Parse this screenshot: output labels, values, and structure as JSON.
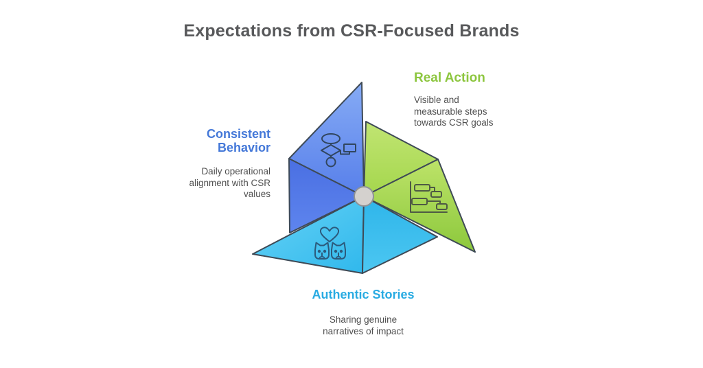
{
  "title": "Expectations from CSR-Focused Brands",
  "sections": {
    "consistent_behavior": {
      "heading": "Consistent\nBehavior",
      "body": "Daily operational\nalignment with CSR\nvalues",
      "icon": "flowchart-icon"
    },
    "real_action": {
      "heading": "Real Action",
      "body": "Visible and\nmeasurable steps\ntowards CSR goals",
      "icon": "gantt-chart-icon"
    },
    "authentic_stories": {
      "heading": "Authentic Stories",
      "body": "Sharing genuine\nnarratives of impact",
      "icon": "pets-heart-icon"
    }
  },
  "colors": {
    "background": "#ffffff",
    "title_text": "#58595b",
    "body_text": "#4f4f4f",
    "outline": "#3e4a56",
    "consistent_heading": "#4478d8",
    "real_action_heading": "#8dc63f",
    "authentic_heading": "#29abe2",
    "blue_top": "#86abf5",
    "blue_bottom": "#577fea",
    "blue_side_top": "#4a6fe2",
    "blue_side_bottom": "#5e85ee",
    "green_top": "#c1e573",
    "green_bottom": "#a4d64c",
    "green_side_top": "#bde369",
    "green_side_bottom": "#8cc83c",
    "cyan_left_light": "#68d3f6",
    "cyan_left_deep": "#30b8ec",
    "cyan_right_top": "#2eb5ea",
    "cyan_right_bottom": "#4cc7f1",
    "hub_fill": "#d4d1ce",
    "hub_stroke": "#8e9296",
    "flowchart_icon_stroke": "#31465f",
    "gantt_icon_stroke": "#4e5a44",
    "pets_icon_stroke": "#2c5a7c"
  }
}
